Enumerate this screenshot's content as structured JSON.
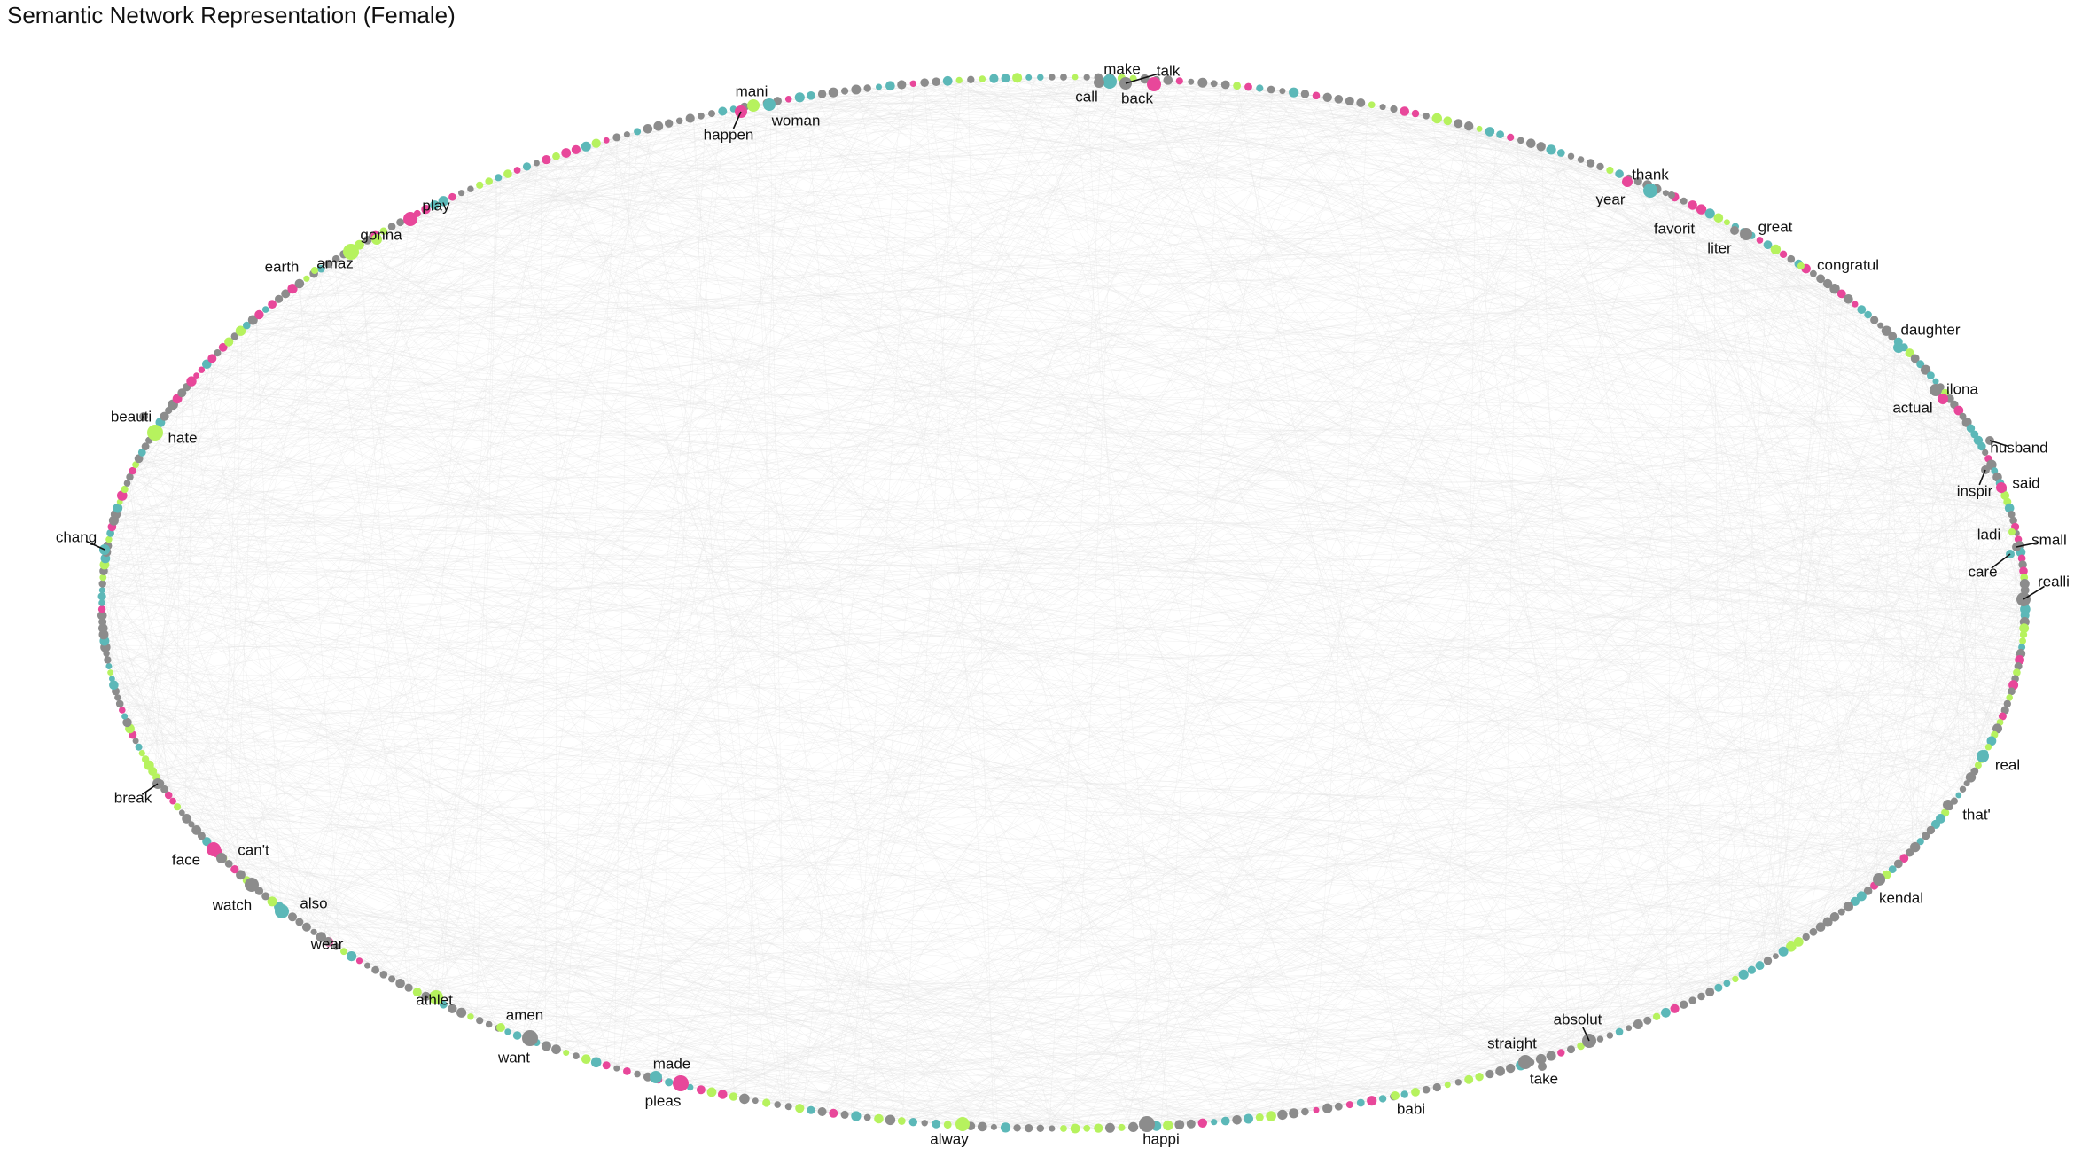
{
  "title": "Semantic Network Representation (Female)",
  "colors": {
    "background": "#ffffff",
    "interior_edges": "#e4e4e4",
    "node_gray": "#8c8c8c",
    "node_teal": "#5cb8b8",
    "node_lime": "#b6f25e",
    "node_pink": "#e8479a",
    "leader_line": "#111111"
  },
  "layout_type": "circle",
  "labels": [
    "make",
    "talk",
    "call",
    "back",
    "mani",
    "happen",
    "woman",
    "play",
    "gonna",
    "amaz",
    "earth",
    "thank",
    "year",
    "favorit",
    "great",
    "liter",
    "congratul",
    "daughter",
    "ilona",
    "actual",
    "husband",
    "inspir",
    "said",
    "small",
    "ladi",
    "care",
    "realli",
    "beauti",
    "hate",
    "chang",
    "real",
    "that'",
    "kendal",
    "break",
    "can't",
    "face",
    "watch",
    "also",
    "wear",
    "athlet",
    "amen",
    "want",
    "made",
    "pleas",
    "alway",
    "happi",
    "babi",
    "straight",
    "absolut",
    "take"
  ]
}
